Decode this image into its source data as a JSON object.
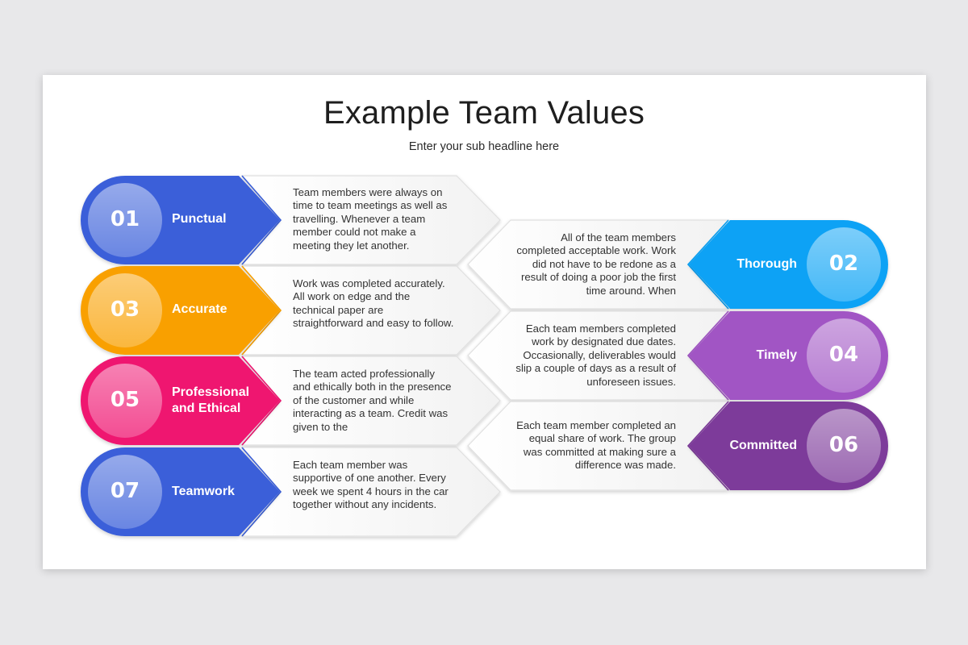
{
  "slide": {
    "title": "Example Team Values",
    "subtitle": "Enter your sub headline here"
  },
  "values": [
    {
      "num": "01",
      "label": "Punctual",
      "color": "#3a5fd9",
      "text": "Team members were always on time to team meetings as well as travelling. Whenever a team member could not make a meeting they let another."
    },
    {
      "num": "02",
      "label": "Thorough",
      "color": "#0aa2f5",
      "text": "All of the team members completed acceptable work. Work did not have to be redone as a result of doing a poor job the first time around. When"
    },
    {
      "num": "03",
      "label": "Accurate",
      "color": "#f9a000",
      "text": "Work was completed accurately. All work on edge and the technical paper are straightforward and easy to follow."
    },
    {
      "num": "04",
      "label": "Timely",
      "color": "#a155c4",
      "text": "Each team members completed work by designated due dates. Occasionally, deliverables would slip a couple of days as a result of unforeseen issues."
    },
    {
      "num": "05",
      "label": "Professional and Ethical",
      "color": "#ef1470",
      "text": "The team acted professionally and ethically both in the presence of the customer and while interacting as a team. Credit was given to the"
    },
    {
      "num": "06",
      "label": "Committed",
      "color": "#7d3a9a",
      "text": "Each team member completed an equal share of work. The group was committed at making sure a difference was made."
    },
    {
      "num": "07",
      "label": "Teamwork",
      "color": "#3a5fd9",
      "text": "Each team member was supportive of one another. Every week we spent 4 hours in the car together without any incidents."
    }
  ]
}
